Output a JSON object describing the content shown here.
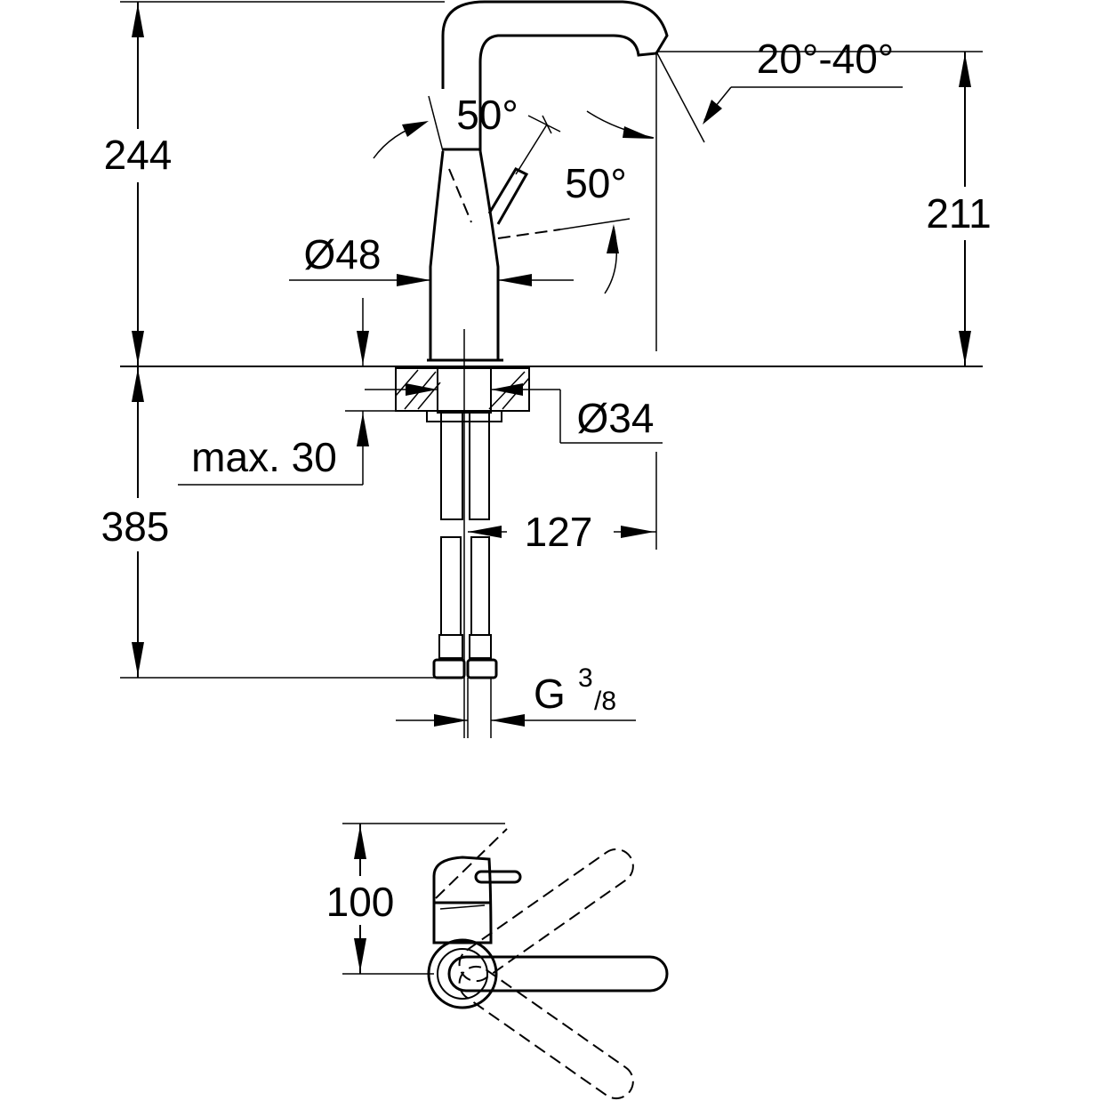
{
  "drawing": {
    "dims": {
      "height_total": "244",
      "height_spout": "211",
      "spout_angle": "20°-40°",
      "lever_angle_top": "50°",
      "lever_angle_side": "50°",
      "body_diameter": "Ø48",
      "hole_diameter": "Ø34",
      "max_thickness": "max. 30",
      "hose_length": "385",
      "projection": "127",
      "thread_main": "G",
      "thread_sup": "3",
      "thread_sub": "/8",
      "top_view_depth": "100"
    }
  }
}
